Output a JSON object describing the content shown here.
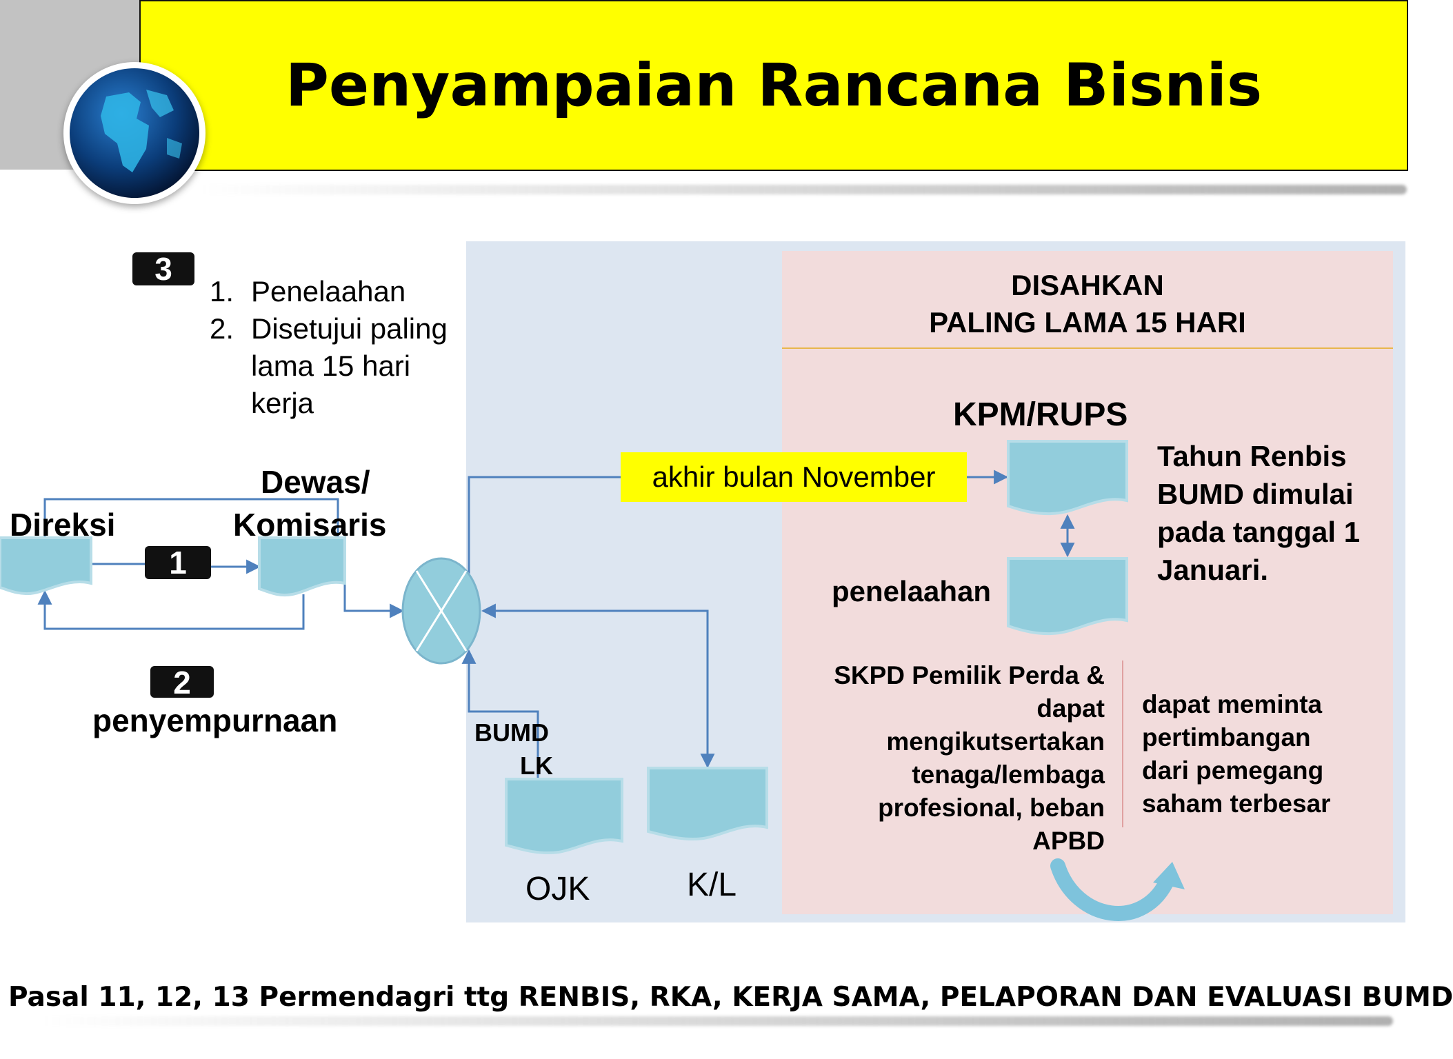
{
  "title": "Penyampaian Rancana Bisnis",
  "step3": {
    "badge": "3",
    "items": [
      {
        "num": "1.",
        "lines": [
          "Penelaahan"
        ]
      },
      {
        "num": "2.",
        "lines": [
          "Disetujui paling",
          "lama 15 hari",
          "kerja"
        ]
      }
    ]
  },
  "left_flow": {
    "direksi": "Direksi",
    "dewas_line1": "Dewas/",
    "dewas_line2": "Komisaris",
    "badge1": "1",
    "badge2": "2",
    "penyempurnaan": "penyempurnaan"
  },
  "center": {
    "bumd_line1": "BUMD",
    "bumd_line2": "LK",
    "ojk": "OJK",
    "kl": "K/L",
    "deadline": "akhir bulan November"
  },
  "right_panel": {
    "heading_line1": "DISAHKAN",
    "heading_line2": "PALING LAMA 15 HARI",
    "kpm": "KPM/RUPS",
    "penelaahan": "penelaahan",
    "note_lines": [
      "Tahun Renbis",
      "BUMD dimulai",
      "pada tanggal 1",
      "Januari."
    ],
    "skpd_lines": [
      "SKPD Pemilik Perda &",
      "dapat",
      "mengikutsertakan",
      "tenaga/lembaga",
      "profesional, beban",
      "APBD"
    ],
    "consult_lines": [
      "dapat meminta",
      "pertimbangan",
      "dari pemegang",
      "saham terbesar"
    ]
  },
  "footer": "Pasal 11, 12, 13 Permendagri  ttg RENBIS, RKA, KERJA SAMA, PELAPORAN DAN EVALUASI BUMD",
  "colors": {
    "title_bg": "#ffff00",
    "doc_shape": "#92cddc",
    "line": "#4f81bd",
    "panel_blue": "#dde6f1",
    "panel_pink": "#f2dcdc"
  }
}
